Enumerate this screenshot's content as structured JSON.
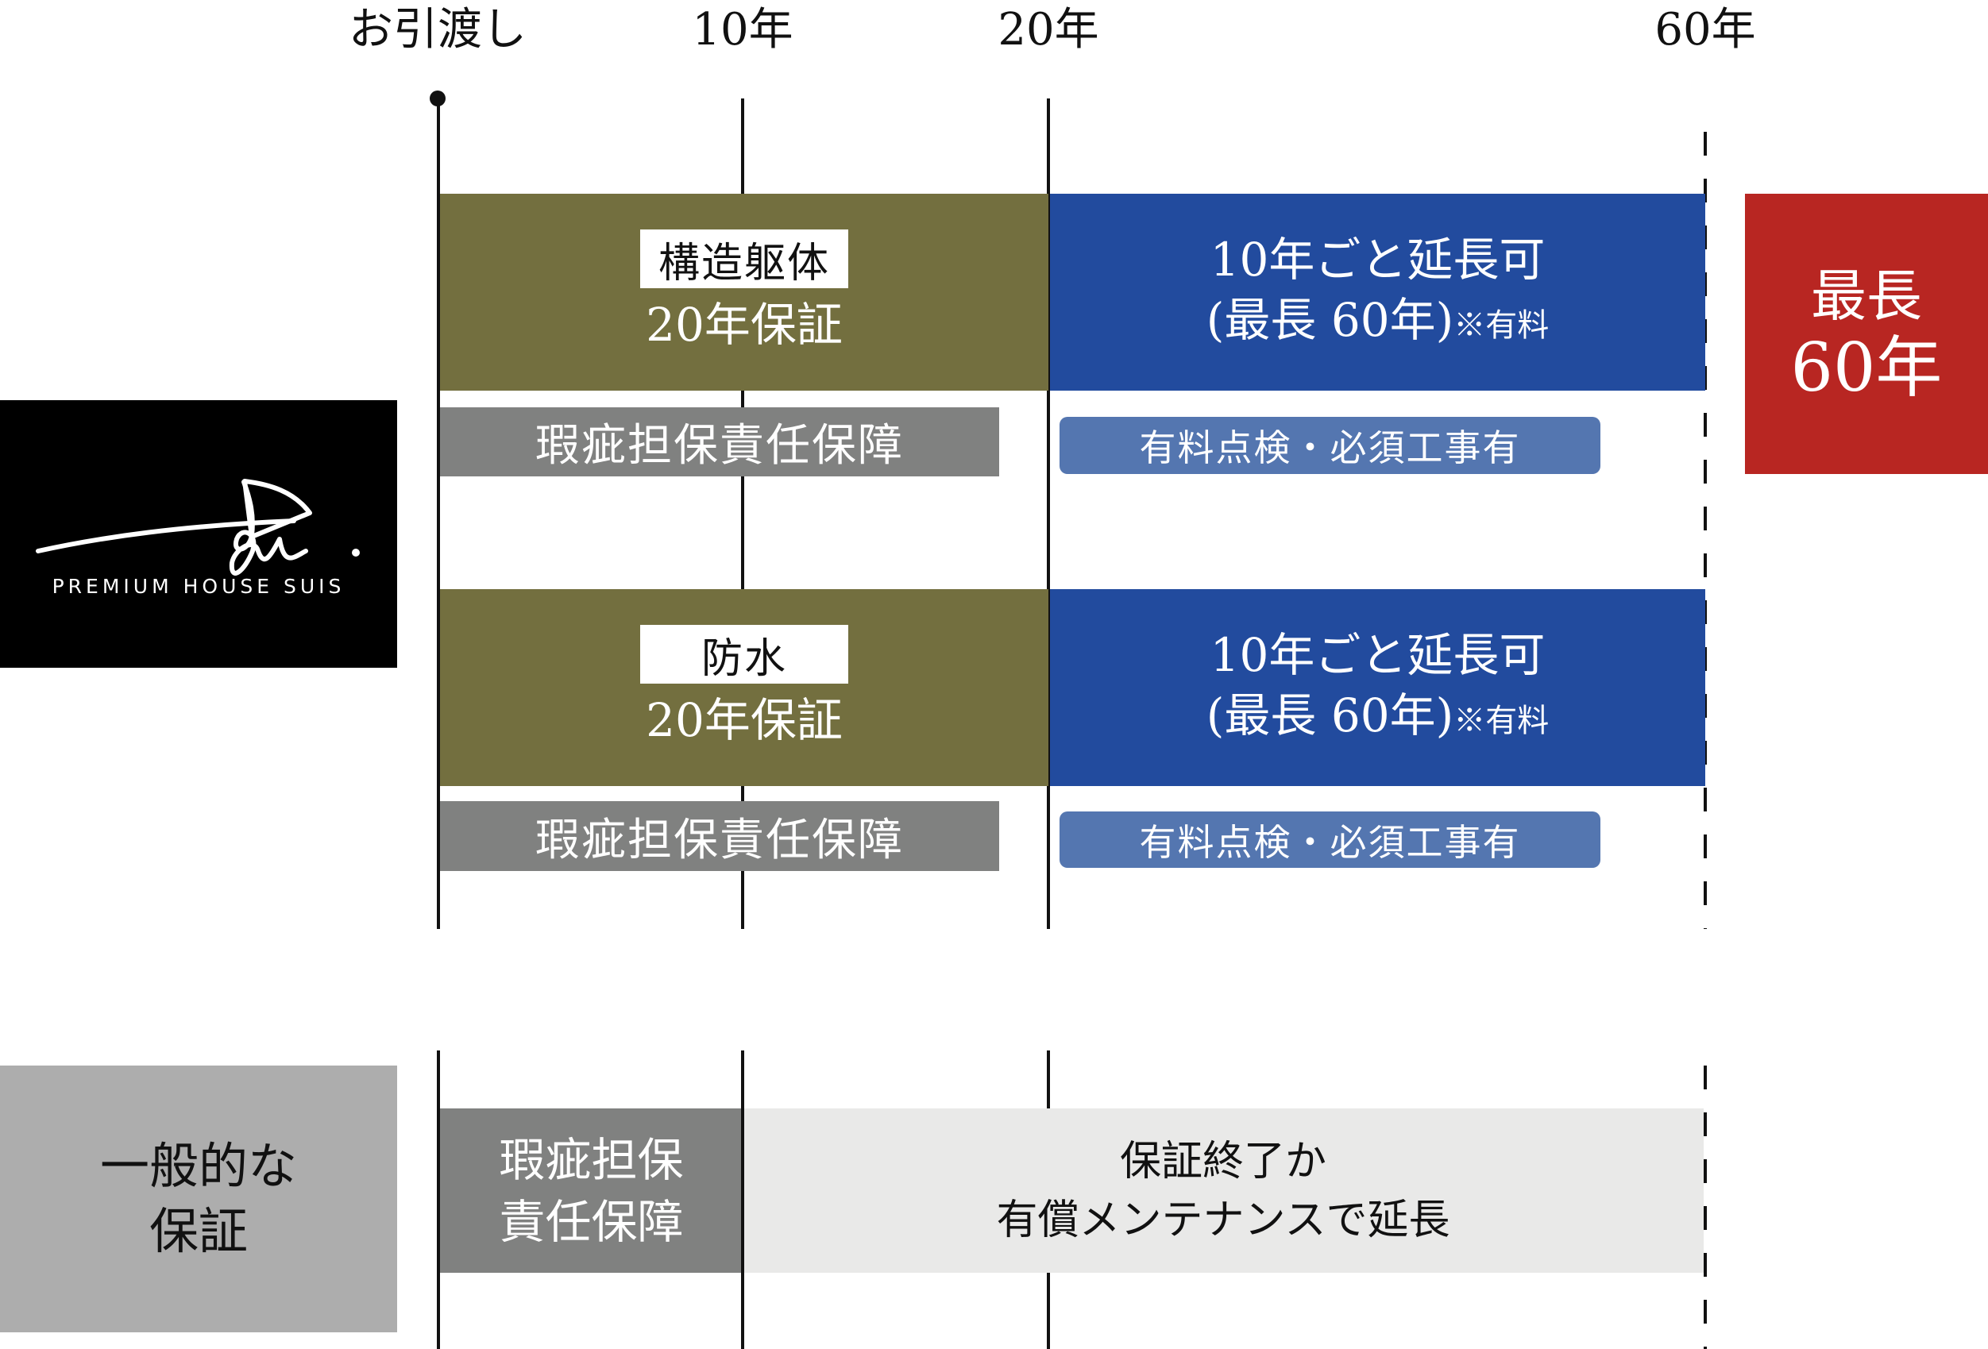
{
  "timeline": {
    "ticks": [
      {
        "label": "お引渡し",
        "year": 0
      },
      {
        "label": "10年",
        "year": 10
      },
      {
        "label": "20年",
        "year": 20
      },
      {
        "label": "60年",
        "year": 60
      }
    ]
  },
  "brand": {
    "logo_text": "PREMIUM HOUSE SUIS",
    "logo_icon": "signature-logo-icon"
  },
  "rows": [
    {
      "category_label": "構造躯体",
      "initial_warranty": "20年保証",
      "defect_liability": "瑕疵担保責任保障",
      "extension_line1": "10年ごと延長可",
      "extension_line2": "(最長 60年)",
      "extension_note": "※有料",
      "condition": "有料点検・必須工事有"
    },
    {
      "category_label": "防水",
      "initial_warranty": "20年保証",
      "defect_liability": "瑕疵担保責任保障",
      "extension_line1": "10年ごと延長可",
      "extension_line2": "(最長 60年)",
      "extension_note": "※有料",
      "condition": "有料点検・必須工事有"
    }
  ],
  "max_badge": {
    "line1": "最長",
    "line2": "60年"
  },
  "general": {
    "label_line1": "一般的な",
    "label_line2": "保証",
    "defect_line1": "瑕疵担保",
    "defect_line2": "責任保障",
    "after_line1": "保証終了か",
    "after_line2": "有償メンテナンスで延長"
  },
  "colors": {
    "olive": "#736f3f",
    "blue": "#224b9e",
    "light_blue": "#5476b0",
    "red": "#b82622",
    "grey": "#808180",
    "light_grey": "#e9e9e8",
    "label_grey": "#adadad",
    "black": "#000000"
  }
}
